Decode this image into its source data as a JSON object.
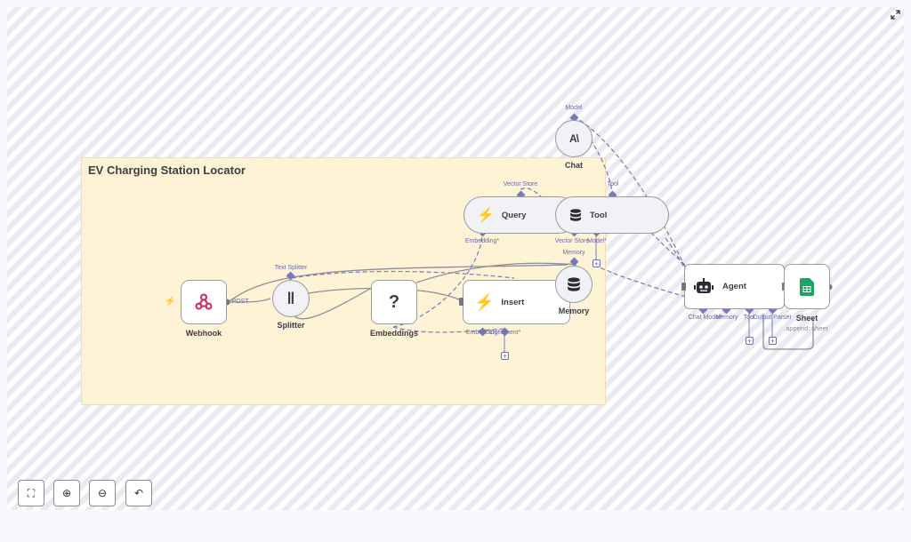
{
  "sticky": {
    "title": "EV Charging Station Locator"
  },
  "nodes": {
    "webhook": {
      "label": "Webhook",
      "port": "POST"
    },
    "splitter": {
      "label": "Splitter",
      "port_top": "Text Splitter"
    },
    "embeddings": {
      "label": "Embeddings"
    },
    "insert": {
      "label": "Insert",
      "port_embedding": "Embedding*",
      "port_document": "Document*"
    },
    "query": {
      "label": "Query",
      "port_top": "Vector Store",
      "port_embedding": "Embedding*"
    },
    "tool": {
      "label": "Tool",
      "port_top": "Tool",
      "port_vector_store": "Vector Store",
      "port_model": "Model*"
    },
    "chat": {
      "label": "Chat",
      "port_top": "Model"
    },
    "memory": {
      "label": "Memory",
      "port_top": "Memory"
    },
    "agent": {
      "label": "Agent",
      "port_chat_model": "Chat Model*",
      "port_memory": "Memory",
      "port_tool": "Tool",
      "port_output_parser": "Output Parser"
    },
    "sheet": {
      "label": "Sheet",
      "sublabel": "append: sheet"
    }
  },
  "controls": {
    "fit": "⛶",
    "zoom_in": "⊕",
    "zoom_out": "⊖",
    "undo": "↶"
  },
  "colors": {
    "sticky_bg": "#fff3d6",
    "port": "#7a7ab8",
    "edge": "#8e8e99",
    "webhook_icon": "#cc3366",
    "supabase_icon": "#3ecf8e",
    "sheets_icon": "#1ea362"
  },
  "icons": {
    "webhook": "webhook-icon",
    "splitter": "splitter-icon",
    "embeddings": "question-icon",
    "insert": "supabase-icon",
    "query": "supabase-icon",
    "tool": "database-icon",
    "chat": "anthropic-icon",
    "memory": "database-icon",
    "agent": "robot-icon",
    "sheet": "google-sheets-icon"
  }
}
